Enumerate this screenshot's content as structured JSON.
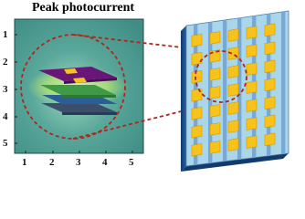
{
  "title": "Peak photocurrent",
  "y_ticks": [
    "1",
    "2",
    "3",
    "4",
    "5"
  ],
  "x_ticks": [
    "1",
    "2",
    "3",
    "4",
    "5"
  ],
  "colors": {
    "map_background": "#3f8d85",
    "map_highlight": "#9fd7c0",
    "device_top": "#6a1578",
    "device_mid": "#2a8a3a",
    "device_glow": "#b5e86a",
    "electrode": "#f6c21b",
    "panel_front": "#a9d6e8",
    "panel_stripe": "#7aa8d6",
    "panel_side": "#1a4d8a",
    "callout": "#b3241b"
  }
}
